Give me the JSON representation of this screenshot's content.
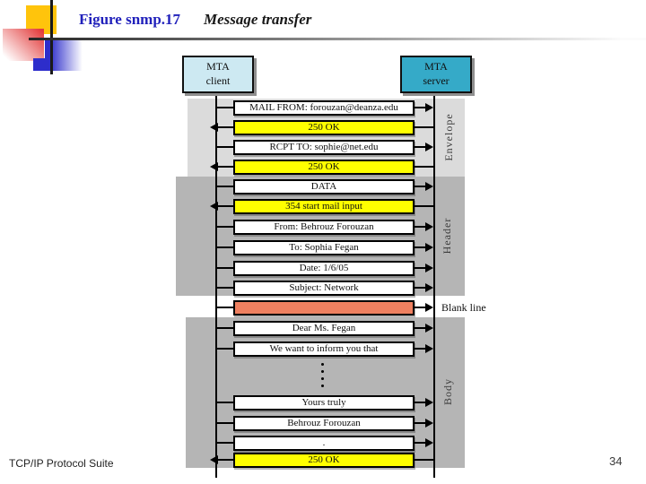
{
  "slide": {
    "figure_label": "Figure snmp.17",
    "figure_title": "Message transfer",
    "footer_left": "TCP/IP Protocol Suite",
    "page_number": "34"
  },
  "diagram": {
    "client_box": {
      "line1": "MTA",
      "line2": "client"
    },
    "server_box": {
      "line1": "MTA",
      "line2": "server"
    },
    "section_labels": {
      "envelope": "Envelope",
      "header": "Header",
      "body": "Body"
    },
    "blank_line_label": "Blank line",
    "ellipsis_symbol": "⋮",
    "messages": [
      {
        "text": "MAIL FROM: forouzan@deanza.edu",
        "from": "client",
        "to": "server",
        "style": "command"
      },
      {
        "text": "250 OK",
        "from": "server",
        "to": "client",
        "style": "response"
      },
      {
        "text": "RCPT TO: sophie@net.edu",
        "from": "client",
        "to": "server",
        "style": "command"
      },
      {
        "text": "250 OK",
        "from": "server",
        "to": "client",
        "style": "response"
      },
      {
        "text": "DATA",
        "from": "client",
        "to": "server",
        "style": "command"
      },
      {
        "text": "354 start mail input",
        "from": "server",
        "to": "client",
        "style": "response"
      },
      {
        "text": "From: Behrouz Forouzan",
        "from": "client",
        "to": "server",
        "style": "header-line"
      },
      {
        "text": "To: Sophia Fegan",
        "from": "client",
        "to": "server",
        "style": "header-line"
      },
      {
        "text": "Date: 1/6/05",
        "from": "client",
        "to": "server",
        "style": "header-line"
      },
      {
        "text": "Subject: Network",
        "from": "client",
        "to": "server",
        "style": "header-line"
      },
      {
        "text": "",
        "from": "client",
        "to": "server",
        "style": "blank-line"
      },
      {
        "text": "Dear Ms. Fegan",
        "from": "client",
        "to": "server",
        "style": "body-line"
      },
      {
        "text": "We want to inform you that",
        "from": "client",
        "to": "server",
        "style": "body-line"
      },
      {
        "text": "Yours truly",
        "from": "client",
        "to": "server",
        "style": "body-line"
      },
      {
        "text": "Behrouz Forouzan",
        "from": "client",
        "to": "server",
        "style": "body-line"
      },
      {
        "text": ".",
        "from": "client",
        "to": "server",
        "style": "terminator"
      },
      {
        "text": "250 OK",
        "from": "server",
        "to": "client",
        "style": "response"
      }
    ],
    "icons": {
      "arrow_right": "css-triangle-right",
      "arrow_left": "css-triangle-left"
    },
    "colors": {
      "title_blue": "#2121bb",
      "command_fill": "#ffffff",
      "response_fill": "#ffff00",
      "blank_line_fill": "#ef8060",
      "client_box_fill": "#cde9f2",
      "server_box_fill": "#35aac8",
      "envelope_band": "#dbdbdb",
      "header_band": "#b5b5b5",
      "body_band": "#b5b5b5"
    }
  }
}
